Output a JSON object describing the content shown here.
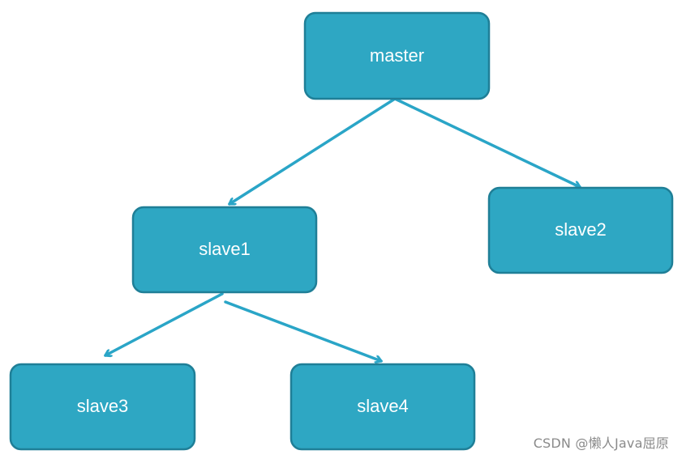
{
  "diagram": {
    "nodes": [
      {
        "id": "master",
        "label": "master"
      },
      {
        "id": "slave1",
        "label": "slave1"
      },
      {
        "id": "slave2",
        "label": "slave2"
      },
      {
        "id": "slave3",
        "label": "slave3"
      },
      {
        "id": "slave4",
        "label": "slave4"
      }
    ],
    "edges": [
      {
        "from": "master",
        "to": "slave1"
      },
      {
        "from": "master",
        "to": "slave2"
      },
      {
        "from": "slave1",
        "to": "slave3"
      },
      {
        "from": "slave1",
        "to": "slave4"
      }
    ],
    "colors": {
      "node_fill": "#2ea7c3",
      "node_border": "#1f7f97",
      "edge": "#2aa5c7",
      "label": "#ffffff"
    }
  },
  "watermark": {
    "text": "CSDN @懒人Java屈原"
  }
}
